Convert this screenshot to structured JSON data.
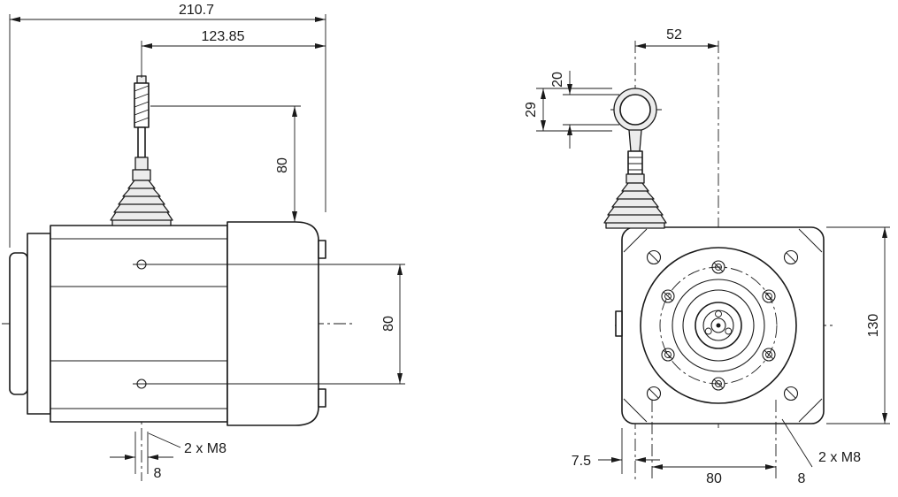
{
  "colors": {
    "line": "#1a1a1a",
    "background": "#ffffff",
    "fill_light": "#ececec"
  },
  "side_view": {
    "dim_overall_length": "210.7",
    "dim_cable_to_end": "123.85",
    "dim_cable_height": "80",
    "dim_hole_spacing": "80",
    "label_thread": "2 x M8",
    "dim_thread_size": "8"
  },
  "front_view": {
    "dim_cable_to_center": "52",
    "dim_eyelet_bore": "20",
    "dim_eyelet_width": "29",
    "dim_body_height": "130",
    "dim_cable_edge_offset": "7.5",
    "dim_hole_spacing": "80",
    "dim_corner_offset": "8",
    "label_thread": "2 x M8"
  }
}
